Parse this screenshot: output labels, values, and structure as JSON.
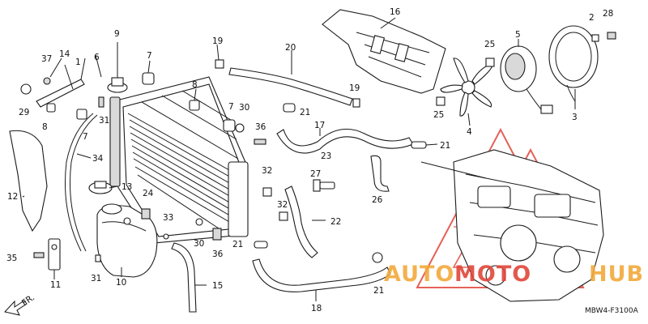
{
  "diagram": {
    "callouts": {
      "c1": "1",
      "c2": "2",
      "c3": "3",
      "c4": "4",
      "c5": "5",
      "c6": "6",
      "c7a": "7",
      "c7b": "7",
      "c7c": "7",
      "c8a": "8",
      "c8b": "8",
      "c9": "9",
      "c10": "10",
      "c11": "11",
      "c12": "12",
      "c13": "13",
      "c14": "14",
      "c15": "15",
      "c16": "16",
      "c17": "17",
      "c18": "18",
      "c19a": "19",
      "c19b": "19",
      "c20": "20",
      "c21a": "21",
      "c21b": "21",
      "c21c": "21",
      "c21d": "21",
      "c22": "22",
      "c23": "23",
      "c24": "24",
      "c25a": "25",
      "c25b": "25",
      "c26": "26",
      "c27": "27",
      "c28": "28",
      "c29": "29",
      "c30a": "30",
      "c30b": "30",
      "c31a": "31",
      "c31b": "31",
      "c32a": "32",
      "c32b": "32",
      "c33": "33",
      "c34": "34",
      "c35": "35",
      "c36a": "36",
      "c36b": "36",
      "c37": "37"
    },
    "direction_label": "FR.",
    "diagram_code": "MBW4-F3100A"
  },
  "watermark": {
    "brand_part1": "AUTO",
    "brand_part2": "MOTO",
    "brand_part3": "HUB",
    "color_red": "#e0463a",
    "color_gold": "#f2a93b"
  }
}
